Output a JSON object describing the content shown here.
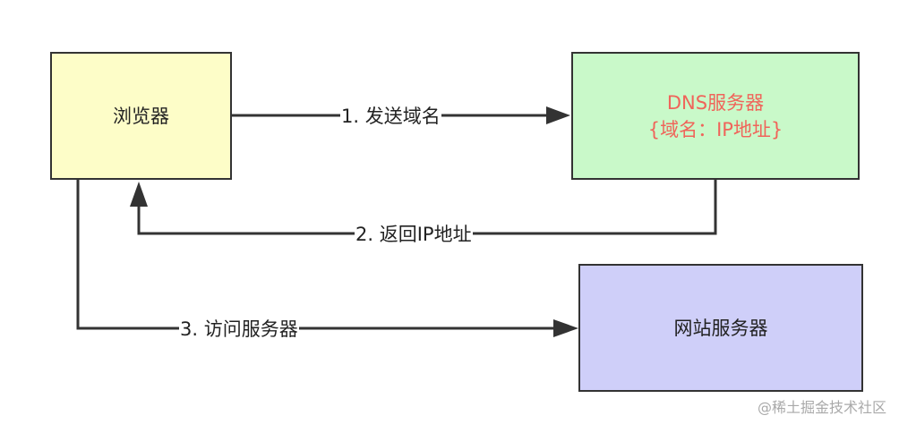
{
  "nodes": {
    "browser": {
      "label": "浏览器"
    },
    "dns_server": {
      "title": "DNS服务器",
      "subtitle": "{域名：IP地址}"
    },
    "web_server": {
      "label": "网站服务器"
    }
  },
  "edges": [
    {
      "from": "browser",
      "to": "dns_server",
      "label": "1. 发送域名"
    },
    {
      "from": "dns_server",
      "to": "browser",
      "label": "2. 返回IP地址"
    },
    {
      "from": "browser",
      "to": "web_server",
      "label": "3. 访问服务器"
    }
  ],
  "colors": {
    "browser_fill": "#fdfdc8",
    "dns_fill": "#c9f9c9",
    "web_fill": "#cfcff9",
    "dns_text": "#f0645a",
    "stroke": "#333333"
  },
  "watermark": "@稀土掘金技术社区"
}
